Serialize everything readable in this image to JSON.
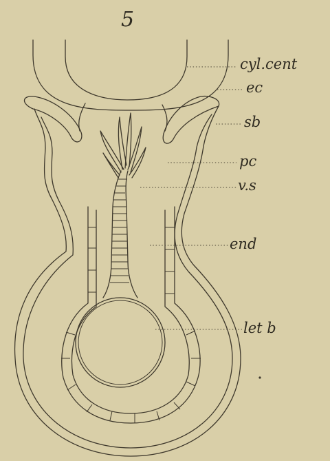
{
  "figure_number": "5",
  "labels": {
    "cyl_cent": "cyl.cent",
    "ec": "ec",
    "sb": "sb",
    "pc": "pc",
    "vs": "v.s",
    "end": "end",
    "let_b": "let b"
  },
  "colors": {
    "paper": "#d9cfa8",
    "ink": "#3e382c"
  }
}
